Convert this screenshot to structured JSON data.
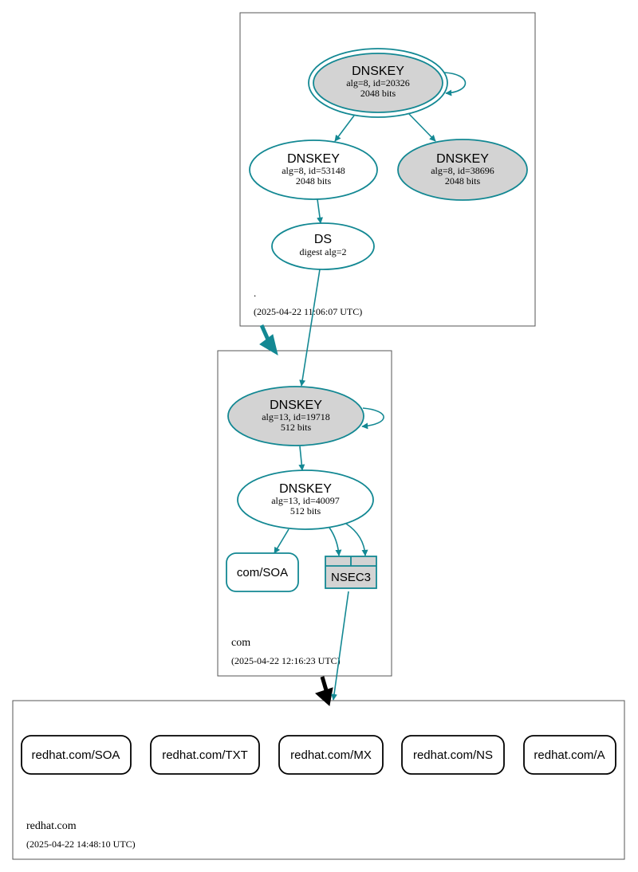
{
  "colors": {
    "secure_edge": "#138893",
    "insecure_edge": "#000000",
    "key_fill_sep": "#d3d3d3",
    "node_fill": "#ffffff",
    "zone_border": "#555555"
  },
  "zones": {
    "root": {
      "name": ".",
      "timestamp": "(2025-04-22 11:06:07 UTC)"
    },
    "com": {
      "name": "com",
      "timestamp": "(2025-04-22 12:16:23 UTC)"
    },
    "redhat": {
      "name": "redhat.com",
      "timestamp": "(2025-04-22 14:48:10 UTC)"
    }
  },
  "nodes": {
    "root_ksk": {
      "type": "DNSKEY",
      "detail": "alg=8, id=20326",
      "bits": "2048 bits"
    },
    "root_zsk": {
      "type": "DNSKEY",
      "detail": "alg=8, id=53148",
      "bits": "2048 bits"
    },
    "root_key3": {
      "type": "DNSKEY",
      "detail": "alg=8, id=38696",
      "bits": "2048 bits"
    },
    "root_ds": {
      "type": "DS",
      "detail": "digest alg=2"
    },
    "com_ksk": {
      "type": "DNSKEY",
      "detail": "alg=13, id=19718",
      "bits": "512 bits"
    },
    "com_zsk": {
      "type": "DNSKEY",
      "detail": "alg=13, id=40097",
      "bits": "512 bits"
    },
    "com_soa": {
      "label": "com/SOA"
    },
    "com_nsec3": {
      "label": "NSEC3"
    }
  },
  "rrsets": [
    {
      "label": "redhat.com/SOA"
    },
    {
      "label": "redhat.com/TXT"
    },
    {
      "label": "redhat.com/MX"
    },
    {
      "label": "redhat.com/NS"
    },
    {
      "label": "redhat.com/A"
    }
  ]
}
